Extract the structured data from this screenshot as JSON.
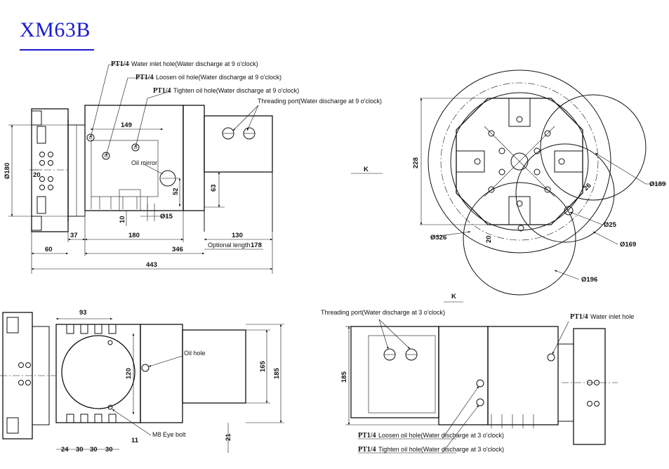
{
  "title": "XM63B",
  "view_top": {
    "callouts": [
      {
        "code": "PT1/4",
        "text": "Water inlet hole(Water discharge at 9 o'clock)"
      },
      {
        "code": "PT1/4",
        "text": "Loosen oil hole(Water discharge at 9 o'clock)"
      },
      {
        "code": "PT1/4",
        "text": "Tighten oil hole(Water discharge at 9 o'clock)"
      }
    ],
    "threading_port": "Threading port(Water discharge at 9 o'clock)",
    "oil_mirror": "Oil mirror",
    "dims": {
      "d149": "149",
      "d180v": "Ø180",
      "d20": "20",
      "d52": "52",
      "d63": "63",
      "d15": "Ø15",
      "d10": "10",
      "d37": "37",
      "d180": "180",
      "d130": "130",
      "d60": "60",
      "d346": "346",
      "d178": "178",
      "d443": "443"
    },
    "optional_length": "Optional length"
  },
  "view_right": {
    "k_label": "K",
    "dims": {
      "d228": "228",
      "d189": "Ø189",
      "d25": "Ø25",
      "d169": "Ø169",
      "d326": "Ø326",
      "d20": "20",
      "d196": "Ø196",
      "d26": "26"
    }
  },
  "view_bottom_left": {
    "dims": {
      "d93": "93",
      "d120": "120",
      "d165": "165",
      "d185": "185",
      "d11": "11",
      "d21": "21",
      "d24": "24",
      "d30a": "30",
      "d30b": "30",
      "d30c": "30"
    },
    "oil_hole": "Oil hole",
    "eye_bolt": "M8 Eye bolt"
  },
  "view_k": {
    "k_label": "K",
    "threading_port": "Threading port(Water discharge at 3 o'clock)",
    "water_inlet": {
      "code": "PT1/4",
      "text": "Water inlet hole"
    },
    "d185": "185",
    "loosen": {
      "code": "PT1/4",
      "text": "Loosen oil hole(Water discharge at 3 o'clock)"
    },
    "tighten": {
      "code": "PT1/4",
      "text": "Tighten oil hole(Water discharge at 3 o'clock)"
    }
  }
}
